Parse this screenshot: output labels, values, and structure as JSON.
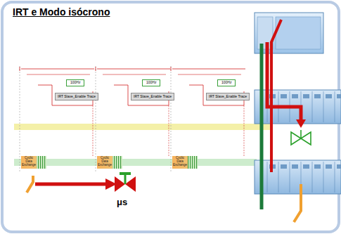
{
  "diagram": {
    "title": "IRT e Modo isócrono",
    "labels": [
      "100Hz",
      "100Hz",
      "100Hz",
      "IRT Slave_Enable Trace",
      "IRT Slave_Enable Trace",
      "IRT Slave_Enable Trace",
      "Cyclic Data Exchange",
      "Cyclic Data Exchange",
      "Cyclic Data Exchange",
      "μs"
    ]
  }
}
